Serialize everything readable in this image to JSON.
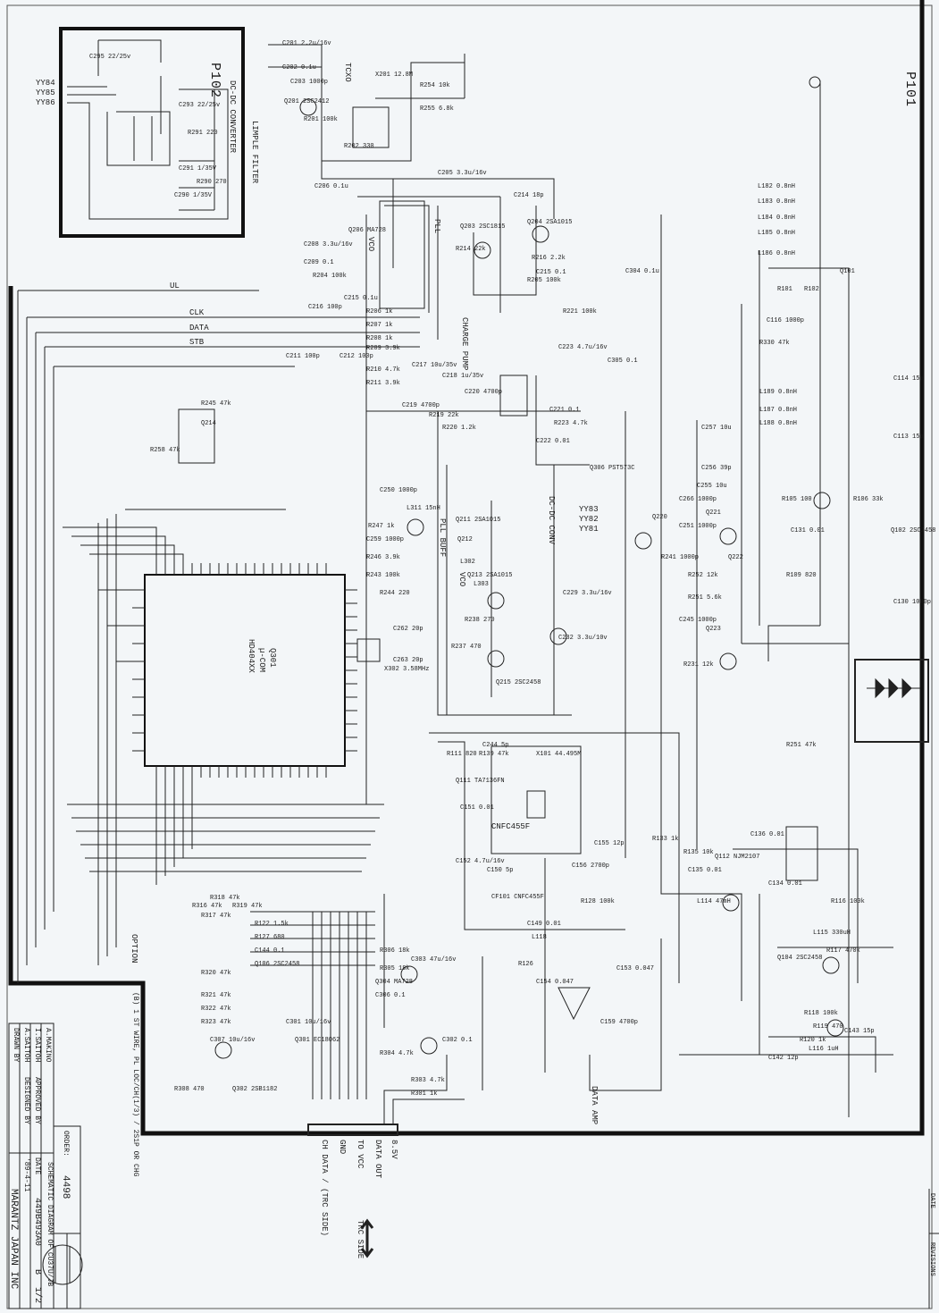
{
  "sheet": {
    "section_a_label": "P101",
    "section_b_label": "P102",
    "dcdc_label": "DC-DC CONVERTER",
    "filter_label": "LIMPLE FILTER",
    "dcdc_conv_label": "DC-DC CONV",
    "option_label": "OPTION",
    "bus_labels": [
      "UL",
      "CLK",
      "DATA",
      "STB"
    ],
    "mcu": {
      "ref": "Q301",
      "type": "µ-COM",
      "part": "HD404XX"
    },
    "blocks": [
      "TCXO",
      "PLL",
      "VCO",
      "CHARGE PUMP",
      "PLL BUFF",
      "VCO",
      "DATA AMP",
      "CNFC455F"
    ],
    "inputs": [
      "YY84",
      "YY85",
      "YY86",
      "YY83",
      "YY82",
      "YY81"
    ],
    "connector_labels": [
      "CH DATA / (TRC SIDE)",
      "GND",
      "TO VCC",
      "DATA OUT",
      "8.5V"
    ],
    "trc_side_label": "TRC SIDE",
    "cable_note": "(B) 1 ST WIRE, PL LOC/CH(1/3) / 2S1P OR CHG",
    "components": [
      "C201 2.2u/16v",
      "C202 0.1u",
      "C203 1000p",
      "Q201 2SC2412",
      "R201 100k",
      "X201 12.8M",
      "R254 10k",
      "R255 6.8k",
      "R202 330",
      "C295 22/25v",
      "C293 22/25v",
      "C291 1/35V",
      "C290 1/35V",
      "R291 220",
      "R290 270",
      "C205 3.3u/16v",
      "C206 0.1u",
      "C208 3.3u/16v",
      "C209 0.1",
      "R204 100k",
      "Q206 MA728",
      "R205 100k",
      "C215 0.1u",
      "C214 18p",
      "Q203 2SC1815",
      "Q204 2SA1015",
      "R214 22k",
      "R216 2.2k",
      "C215 0.1",
      "C216 100p",
      "R206 1k",
      "R207 1k",
      "R208 1k",
      "C211 100p",
      "C212 100p",
      "R209 3.9k",
      "R210 4.7k",
      "R211 3.9k",
      "C217 10u/35v",
      "C218 1u/35v",
      "C219 4700p",
      "C220 4700p",
      "R219 22k",
      "R220 1.2k",
      "R221 100k",
      "C223 4.7u/16v",
      "C221 0.1",
      "R223 4.7k",
      "C222 0.01",
      "R245 47k",
      "R258 47k",
      "Q214",
      "C250 1000p",
      "L311 15nH",
      "C259 1000p",
      "R247 1k",
      "R246 3.9k",
      "R243 100k",
      "R244 220",
      "Q211 2SA1015",
      "Q212",
      "L302",
      "Q213 2SA1015",
      "L303",
      "R238 270",
      "R237 470",
      "Q215 2SC2458",
      "C244 5p",
      "X302 3.58MHz",
      "C262 20p",
      "C263 20p",
      "C257 10u",
      "C256 39p",
      "C255 10u",
      "C266 1000p",
      "C251 1000p",
      "R241 1000p",
      "R252 12k",
      "R251 5.6k",
      "C245 1000p",
      "R231 12k",
      "Q220",
      "Q221",
      "Q222",
      "Q223",
      "C229 3.3u/16v",
      "C232 3.3u/10v",
      "L182 0.8nH",
      "L183 0.8nH",
      "L184 0.8nH",
      "L185 0.8nH",
      "L186 0.8nH",
      "L189 0.8nH",
      "L187 0.8nH",
      "L188 0.8nH",
      "R101",
      "R102",
      "Q101",
      "C116 1000p",
      "C114 15p",
      "C113 15p",
      "R105 100",
      "R106 33k",
      "Q102 2SC2458",
      "C130 1000p",
      "C131 0.01",
      "R109 820",
      "R111 820",
      "R139 47k",
      "X101 44.495M",
      "Q111 TA7136FN",
      "C151 0.01",
      "C152 4.7u/16v",
      "C150 5p",
      "CF101 CNFC455F",
      "R128 100k",
      "C155 12p",
      "C156 2700p",
      "C149 0.01",
      "L118",
      "R126",
      "C153 0.047",
      "C154 0.047",
      "C159 4700p",
      "R133 1k",
      "R135 10k",
      "Q112 NJM2107",
      "C136 0.01",
      "C135 0.01",
      "C134 0.01",
      "L114 47mH",
      "R116 100k",
      "L115 330uH",
      "R117 470k",
      "Q104 2SC2458",
      "R118 100k",
      "R119 470",
      "R120 1k",
      "L116 1uH",
      "C142 12p",
      "C143 15p",
      "R122 1.5k",
      "R127 680",
      "C144 0.1",
      "Q106 2SC2458",
      "R316 47k",
      "R317 47k",
      "R318 47k",
      "R319 47k",
      "R320 47k",
      "R321 47k",
      "R322 47k",
      "R323 47k",
      "C307 10u/16v",
      "R306 18k",
      "R305 18k",
      "Q304 MA728",
      "C306 0.1",
      "C303 47u/16v",
      "C302 0.1",
      "R304 4.7k",
      "R303 4.7k",
      "R301 1k",
      "Q302 2SB1182",
      "R308 470",
      "C301 10u/16v",
      "Q301 EC18062",
      "C304 0.1u",
      "C305 0.1",
      "Q306 PST573C",
      "R330 47k",
      "R251 47k"
    ],
    "title_block": {
      "drawn_by_label": "DRAWN BY",
      "drawn_by": "A.SAITOH",
      "designed_by_label": "DESIGNED BY",
      "designed_by": "I.SAITOH",
      "approved_by_label": "APPROVED BY",
      "approved_by": "A.MAKINO",
      "order_label": "ORDER:",
      "order": "4498",
      "title": "SCHEMATIC DIAGRAM OF CU37U/JB",
      "date_label": "DATE",
      "date": "'89-4-11",
      "drawing_no": "449B493A0",
      "revision": "B",
      "sheet": "1/2",
      "company": "MARANTZ JAPAN INC"
    },
    "revision_block": {
      "rev_label": "REVISIONS",
      "date_label": "DATE"
    }
  }
}
